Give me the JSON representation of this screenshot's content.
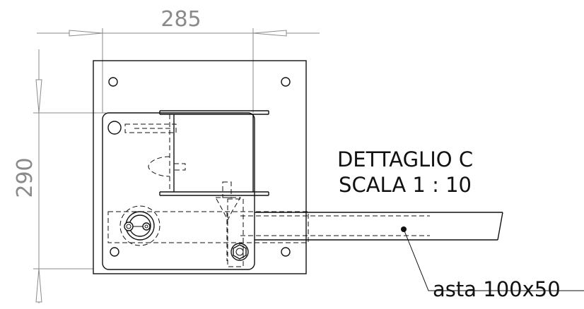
{
  "dimensions": {
    "width_value": "285",
    "height_value": "290"
  },
  "detail_title": {
    "line1": "DETTAGLIO C",
    "line2": "SCALA 1 : 10"
  },
  "callout": {
    "label": "asta 100x50"
  }
}
